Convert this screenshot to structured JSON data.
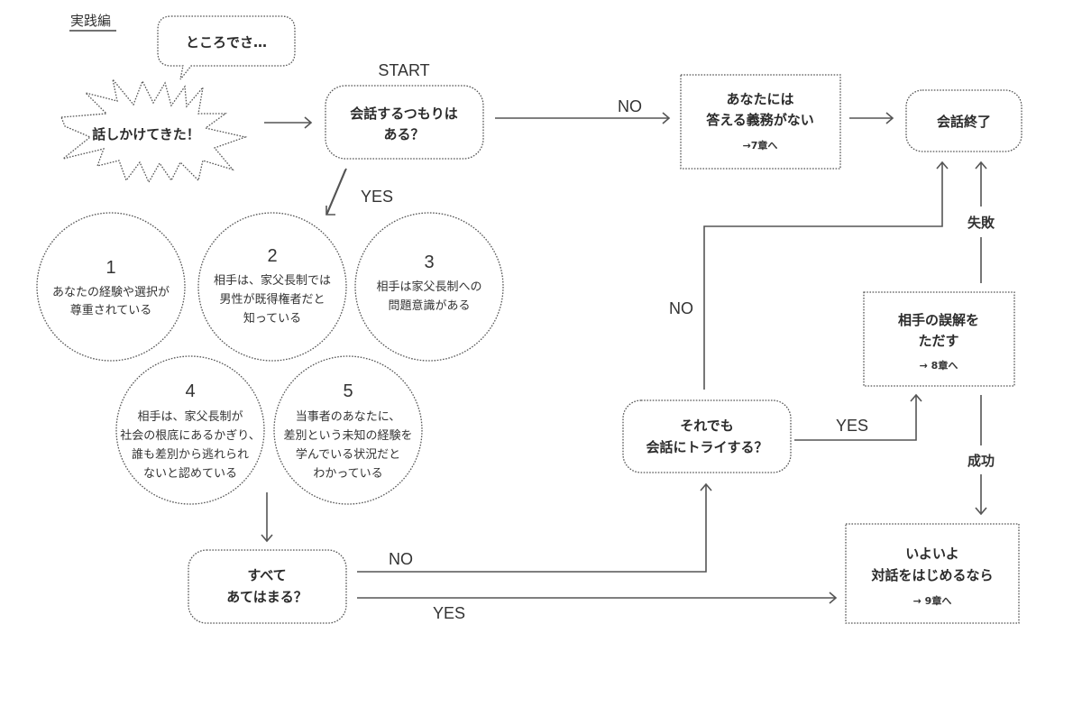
{
  "header": {
    "section_label": "実践編"
  },
  "bubble": {
    "text": "ところでさ…"
  },
  "burst": {
    "text": "話しかけてきた！"
  },
  "start": {
    "label": "START",
    "line1": "会話するつもりは",
    "line2": "ある？"
  },
  "no_duty": {
    "line1": "あなたには",
    "line2": "答える義務がない",
    "ref": "→7章へ"
  },
  "end": {
    "text": "会話終了"
  },
  "conditions": [
    {
      "num": "1",
      "lines": [
        "あなたの経験や選択が",
        "尊重されている"
      ]
    },
    {
      "num": "2",
      "lines": [
        "相手は、家父長制では",
        "男性が既得権者だと",
        "知っている"
      ]
    },
    {
      "num": "3",
      "lines": [
        "相手は家父長制への",
        "問題意識がある"
      ]
    },
    {
      "num": "4",
      "lines": [
        "相手は、家父長制が",
        "社会の根底にあるかぎり、",
        "誰も差別から逃れられ",
        "ないと認めている"
      ]
    },
    {
      "num": "5",
      "lines": [
        "当事者のあなたに、",
        "差別という未知の経験を",
        "学んでいる状況だと",
        "わかっている"
      ]
    }
  ],
  "all_apply": {
    "line1": "すべて",
    "line2": "あてはまる？"
  },
  "try_anyway": {
    "line1": "それでも",
    "line2": "会話にトライする？"
  },
  "correct": {
    "line1": "相手の誤解を",
    "line2": "ただす",
    "ref": "→ 8章へ"
  },
  "dialogue": {
    "line1": "いよいよ",
    "line2": "対話をはじめるなら",
    "ref": "→ 9章へ"
  },
  "edges": {
    "start_no": "NO",
    "start_yes": "YES",
    "all_no": "NO",
    "all_yes": "YES",
    "try_no": "NO",
    "try_yes": "YES",
    "fail": "失敗",
    "success": "成功"
  }
}
